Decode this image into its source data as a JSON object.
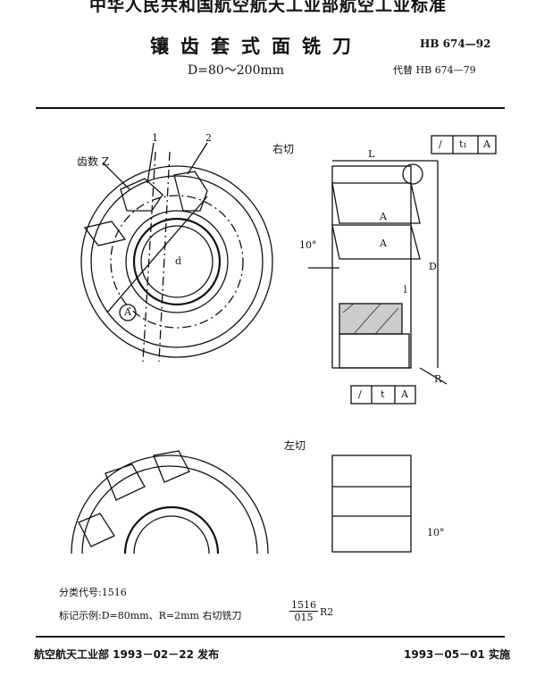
{
  "header": {
    "banner": "中华人民共和国航空航天工业部航空工业标准",
    "title": "镶齿套式面铣刀",
    "standard_no": "HB 674—92",
    "range": "D=80～200mm",
    "replaces": "代替 HB 674—79"
  },
  "drawing_top": {
    "right_hand_label": "右切",
    "teeth_label": "齿数 Z",
    "callout_1": "1",
    "callout_2": "2",
    "callout_A": "A",
    "section_A_upper": "A",
    "section_A_lower": "A",
    "dim_L": "L",
    "dim_D": "D",
    "dim_d": "d",
    "dim_l": "l",
    "angle": "10°",
    "radius": "R",
    "tolerance_top": [
      "/",
      "t₁",
      "A"
    ],
    "tolerance_bottom": [
      "/",
      "t",
      "A"
    ]
  },
  "drawing_bottom": {
    "left_hand_label": "左切",
    "angle": "10°"
  },
  "notes": {
    "classification": "分类代号:1516",
    "marking_example": "标记示例:D=80mm、R=2mm 右切铣刀",
    "marking_numerator": "1516",
    "marking_denominator": "015",
    "marking_suffix": "R2"
  },
  "footer": {
    "issued_by": "航空航天工业部 1993－02－22 发布",
    "effective": "1993－05－01 实施"
  }
}
